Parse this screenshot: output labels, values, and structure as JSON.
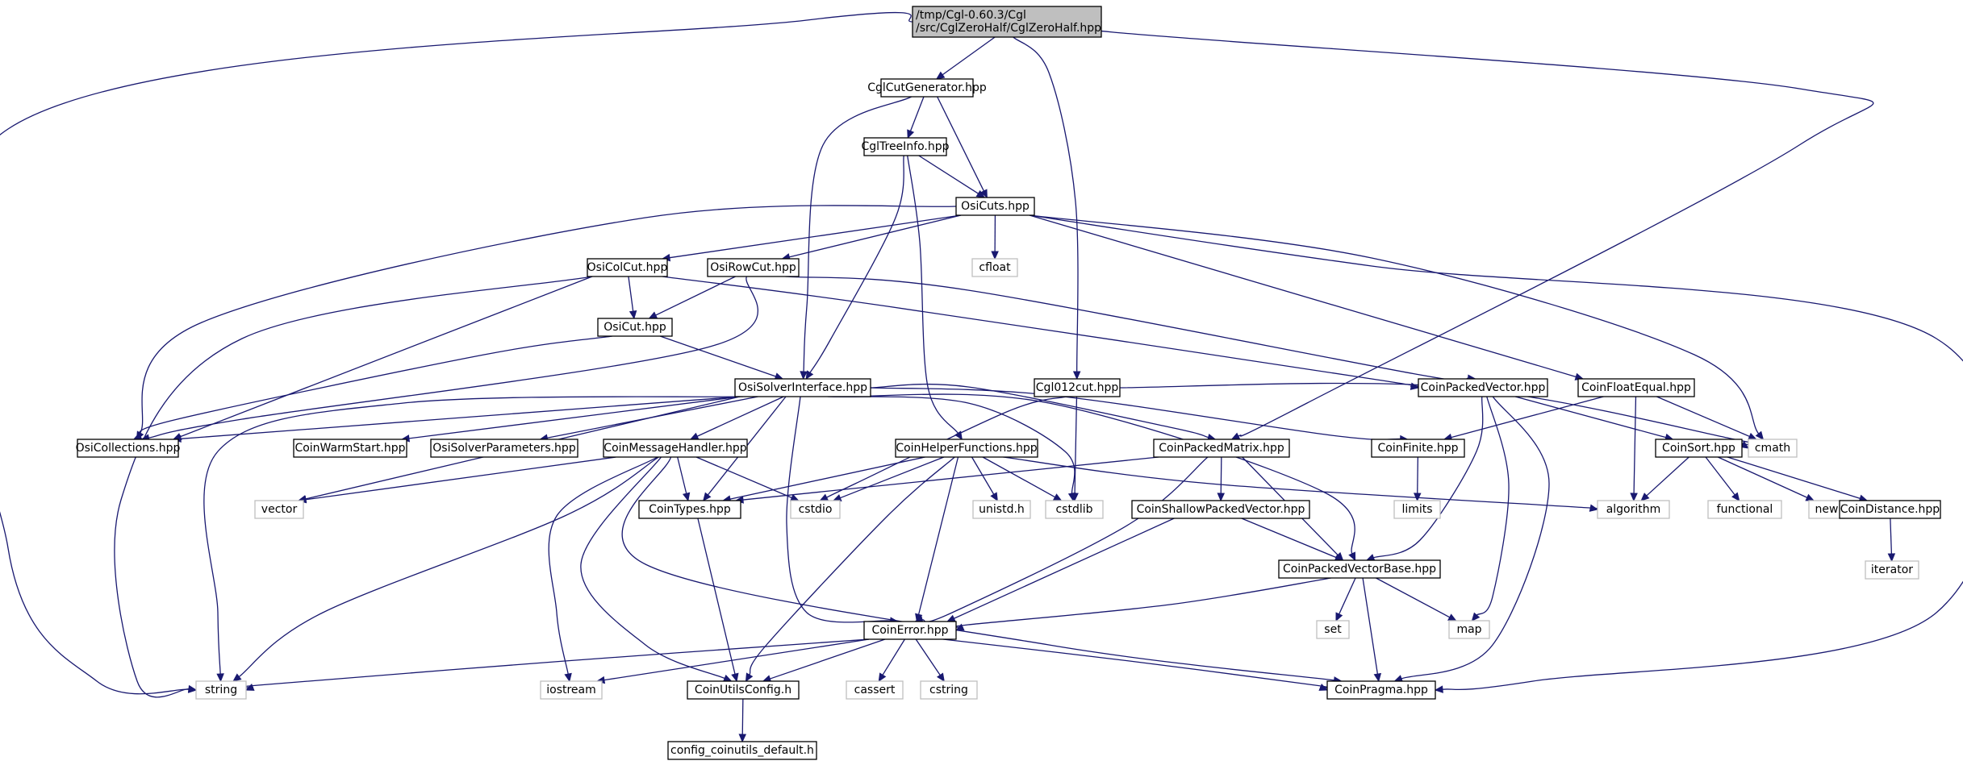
{
  "diagram": {
    "type": "include-dependency-graph",
    "nodes": [
      {
        "id": "root",
        "lines": [
          "/tmp/Cgl-0.60.3/Cgl",
          "/src/CglZeroHalf/CglZeroHalf.hpp"
        ],
        "kind": "root"
      },
      {
        "id": "CglCutGenerator",
        "lines": [
          "CglCutGenerator.hpp"
        ],
        "kind": "file"
      },
      {
        "id": "CglTreeInfo",
        "lines": [
          "CglTreeInfo.hpp"
        ],
        "kind": "file"
      },
      {
        "id": "OsiCuts",
        "lines": [
          "OsiCuts.hpp"
        ],
        "kind": "file"
      },
      {
        "id": "cfloat",
        "lines": [
          "cfloat"
        ],
        "kind": "system"
      },
      {
        "id": "OsiColCut",
        "lines": [
          "OsiColCut.hpp"
        ],
        "kind": "file"
      },
      {
        "id": "OsiRowCut",
        "lines": [
          "OsiRowCut.hpp"
        ],
        "kind": "file"
      },
      {
        "id": "OsiCut",
        "lines": [
          "OsiCut.hpp"
        ],
        "kind": "file"
      },
      {
        "id": "OsiSolverInterface",
        "lines": [
          "OsiSolverInterface.hpp"
        ],
        "kind": "file"
      },
      {
        "id": "Cgl012cut",
        "lines": [
          "Cgl012cut.hpp"
        ],
        "kind": "file"
      },
      {
        "id": "CoinPackedVector",
        "lines": [
          "CoinPackedVector.hpp"
        ],
        "kind": "file"
      },
      {
        "id": "CoinFloatEqual",
        "lines": [
          "CoinFloatEqual.hpp"
        ],
        "kind": "file"
      },
      {
        "id": "cmath",
        "lines": [
          "cmath"
        ],
        "kind": "system"
      },
      {
        "id": "OsiCollections",
        "lines": [
          "OsiCollections.hpp"
        ],
        "kind": "file"
      },
      {
        "id": "CoinWarmStart",
        "lines": [
          "CoinWarmStart.hpp"
        ],
        "kind": "file"
      },
      {
        "id": "OsiSolverParameters",
        "lines": [
          "OsiSolverParameters.hpp"
        ],
        "kind": "file"
      },
      {
        "id": "CoinMessageHandler",
        "lines": [
          "CoinMessageHandler.hpp"
        ],
        "kind": "file"
      },
      {
        "id": "CoinHelperFunctions",
        "lines": [
          "CoinHelperFunctions.hpp"
        ],
        "kind": "file"
      },
      {
        "id": "CoinPackedMatrix",
        "lines": [
          "CoinPackedMatrix.hpp"
        ],
        "kind": "file"
      },
      {
        "id": "CoinFinite",
        "lines": [
          "CoinFinite.hpp"
        ],
        "kind": "file"
      },
      {
        "id": "CoinSort",
        "lines": [
          "CoinSort.hpp"
        ],
        "kind": "file"
      },
      {
        "id": "vector",
        "lines": [
          "vector"
        ],
        "kind": "system"
      },
      {
        "id": "CoinTypes",
        "lines": [
          "CoinTypes.hpp"
        ],
        "kind": "file"
      },
      {
        "id": "cstdio",
        "lines": [
          "cstdio"
        ],
        "kind": "system"
      },
      {
        "id": "unistd",
        "lines": [
          "unistd.h"
        ],
        "kind": "system"
      },
      {
        "id": "cstdlib",
        "lines": [
          "cstdlib"
        ],
        "kind": "system"
      },
      {
        "id": "CoinShallowPackedVector",
        "lines": [
          "CoinShallowPackedVector.hpp"
        ],
        "kind": "file"
      },
      {
        "id": "limits",
        "lines": [
          "limits"
        ],
        "kind": "system"
      },
      {
        "id": "algorithm",
        "lines": [
          "algorithm"
        ],
        "kind": "system"
      },
      {
        "id": "functional",
        "lines": [
          "functional"
        ],
        "kind": "system"
      },
      {
        "id": "new",
        "lines": [
          "new"
        ],
        "kind": "system"
      },
      {
        "id": "CoinDistance",
        "lines": [
          "CoinDistance.hpp"
        ],
        "kind": "file"
      },
      {
        "id": "iterator",
        "lines": [
          "iterator"
        ],
        "kind": "system"
      },
      {
        "id": "CoinPackedVectorBase",
        "lines": [
          "CoinPackedVectorBase.hpp"
        ],
        "kind": "file"
      },
      {
        "id": "set",
        "lines": [
          "set"
        ],
        "kind": "system"
      },
      {
        "id": "map",
        "lines": [
          "map"
        ],
        "kind": "system"
      },
      {
        "id": "CoinError",
        "lines": [
          "CoinError.hpp"
        ],
        "kind": "file"
      },
      {
        "id": "string",
        "lines": [
          "string"
        ],
        "kind": "system"
      },
      {
        "id": "iostream",
        "lines": [
          "iostream"
        ],
        "kind": "system"
      },
      {
        "id": "CoinUtilsConfig",
        "lines": [
          "CoinUtilsConfig.h"
        ],
        "kind": "file"
      },
      {
        "id": "cassert",
        "lines": [
          "cassert"
        ],
        "kind": "system"
      },
      {
        "id": "cstring",
        "lines": [
          "cstring"
        ],
        "kind": "system"
      },
      {
        "id": "CoinPragma",
        "lines": [
          "CoinPragma.hpp"
        ],
        "kind": "file"
      },
      {
        "id": "config_coinutils_default",
        "lines": [
          "config_coinutils_default.h"
        ],
        "kind": "file"
      }
    ],
    "edges": [
      [
        "root",
        "CglCutGenerator"
      ],
      [
        "root",
        "Cgl012cut"
      ],
      [
        "root",
        "CoinPackedMatrix"
      ],
      [
        "root",
        "string"
      ],
      [
        "CglCutGenerator",
        "CglTreeInfo"
      ],
      [
        "CglCutGenerator",
        "OsiCuts"
      ],
      [
        "CglCutGenerator",
        "OsiSolverInterface"
      ],
      [
        "CglTreeInfo",
        "OsiCuts"
      ],
      [
        "CglTreeInfo",
        "OsiSolverInterface"
      ],
      [
        "CglTreeInfo",
        "CoinHelperFunctions"
      ],
      [
        "OsiCuts",
        "cfloat"
      ],
      [
        "OsiCuts",
        "OsiColCut"
      ],
      [
        "OsiCuts",
        "OsiRowCut"
      ],
      [
        "OsiCuts",
        "OsiCollections"
      ],
      [
        "OsiCuts",
        "CoinFloatEqual"
      ],
      [
        "OsiCuts",
        "cmath"
      ],
      [
        "OsiCuts",
        "CoinPragma"
      ],
      [
        "OsiColCut",
        "OsiCut"
      ],
      [
        "OsiColCut",
        "OsiCollections"
      ],
      [
        "OsiColCut",
        "CoinPackedVector"
      ],
      [
        "OsiColCut",
        "string"
      ],
      [
        "OsiRowCut",
        "OsiCut"
      ],
      [
        "OsiRowCut",
        "CoinPackedVector"
      ],
      [
        "OsiRowCut",
        "OsiCollections"
      ],
      [
        "OsiCut",
        "OsiSolverInterface"
      ],
      [
        "OsiCut",
        "OsiCollections"
      ],
      [
        "OsiSolverInterface",
        "OsiCollections"
      ],
      [
        "OsiSolverInterface",
        "CoinWarmStart"
      ],
      [
        "OsiSolverInterface",
        "OsiSolverParameters"
      ],
      [
        "OsiSolverInterface",
        "CoinMessageHandler"
      ],
      [
        "OsiSolverInterface",
        "CoinPackedMatrix"
      ],
      [
        "OsiSolverInterface",
        "CoinFinite"
      ],
      [
        "OsiSolverInterface",
        "vector"
      ],
      [
        "OsiSolverInterface",
        "string"
      ],
      [
        "OsiSolverInterface",
        "CoinTypes"
      ],
      [
        "OsiSolverInterface",
        "CoinError"
      ],
      [
        "OsiSolverInterface",
        "cstdlib"
      ],
      [
        "OsiSolverInterface",
        "CoinPackedVectorBase"
      ],
      [
        "Cgl012cut",
        "cstdio"
      ],
      [
        "Cgl012cut",
        "cstdlib"
      ],
      [
        "Cgl012cut",
        "cmath"
      ],
      [
        "CoinPackedVector",
        "CoinSort"
      ],
      [
        "CoinPackedVector",
        "CoinPackedVectorBase"
      ],
      [
        "CoinPackedVector",
        "map"
      ],
      [
        "CoinPackedVector",
        "CoinPragma"
      ],
      [
        "CoinFloatEqual",
        "CoinFinite"
      ],
      [
        "CoinFloatEqual",
        "algorithm"
      ],
      [
        "CoinFloatEqual",
        "cmath"
      ],
      [
        "CoinMessageHandler",
        "vector"
      ],
      [
        "CoinMessageHandler",
        "CoinTypes"
      ],
      [
        "CoinMessageHandler",
        "cstdio"
      ],
      [
        "CoinMessageHandler",
        "string"
      ],
      [
        "CoinMessageHandler",
        "iostream"
      ],
      [
        "CoinMessageHandler",
        "CoinUtilsConfig"
      ],
      [
        "CoinMessageHandler",
        "CoinPragma"
      ],
      [
        "CoinHelperFunctions",
        "CoinTypes"
      ],
      [
        "CoinHelperFunctions",
        "cstdio"
      ],
      [
        "CoinHelperFunctions",
        "unistd"
      ],
      [
        "CoinHelperFunctions",
        "cstdlib"
      ],
      [
        "CoinHelperFunctions",
        "algorithm"
      ],
      [
        "CoinHelperFunctions",
        "CoinError"
      ],
      [
        "CoinHelperFunctions",
        "CoinUtilsConfig"
      ],
      [
        "CoinPackedMatrix",
        "CoinTypes"
      ],
      [
        "CoinPackedMatrix",
        "CoinShallowPackedVector"
      ],
      [
        "CoinPackedMatrix",
        "CoinPackedVectorBase"
      ],
      [
        "CoinPackedMatrix",
        "CoinError"
      ],
      [
        "CoinFinite",
        "limits"
      ],
      [
        "CoinSort",
        "algorithm"
      ],
      [
        "CoinSort",
        "functional"
      ],
      [
        "CoinSort",
        "new"
      ],
      [
        "CoinSort",
        "CoinDistance"
      ],
      [
        "CoinDistance",
        "iterator"
      ],
      [
        "CoinTypes",
        "CoinUtilsConfig"
      ],
      [
        "CoinShallowPackedVector",
        "CoinPackedVectorBase"
      ],
      [
        "CoinShallowPackedVector",
        "CoinError"
      ],
      [
        "CoinPackedVectorBase",
        "set"
      ],
      [
        "CoinPackedVectorBase",
        "map"
      ],
      [
        "CoinPackedVectorBase",
        "CoinError"
      ],
      [
        "CoinPackedVectorBase",
        "CoinPragma"
      ],
      [
        "CoinError",
        "string"
      ],
      [
        "CoinError",
        "iostream"
      ],
      [
        "CoinError",
        "CoinUtilsConfig"
      ],
      [
        "CoinError",
        "cassert"
      ],
      [
        "CoinError",
        "cstring"
      ],
      [
        "CoinError",
        "CoinPragma"
      ],
      [
        "CoinUtilsConfig",
        "config_coinutils_default"
      ]
    ],
    "colors": {
      "edge": "#191970",
      "file_border": "#000000",
      "system_border": "#bfbfbf",
      "root_fill": "#bfbfbf",
      "background": "#ffffff"
    }
  }
}
